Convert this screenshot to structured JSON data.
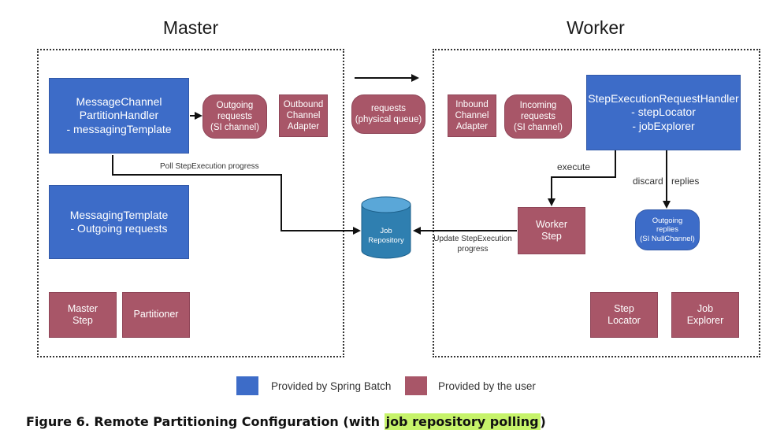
{
  "titles": {
    "master": "Master",
    "worker": "Worker"
  },
  "master": {
    "partition_handler": "MessageChannel\nPartitionHandler\n- messagingTemplate",
    "outgoing_requests": "Outgoing\nrequests\n(SI channel)",
    "outbound_adapter": "Outbound\nChannel\nAdapter",
    "messaging_template": "MessagingTemplate\n- Outgoing requests",
    "master_step": "Master\nStep",
    "partitioner": "Partitioner"
  },
  "middle": {
    "requests_queue": "requests\n(physical queue)",
    "job_repository": "Job\nRepository"
  },
  "worker": {
    "inbound_adapter": "Inbound\nChannel\nAdapter",
    "incoming_requests": "Incoming\nrequests\n(SI channel)",
    "request_handler": "StepExecutionRequestHandler\n- stepLocator\n- jobExplorer",
    "worker_step": "Worker\nStep",
    "outgoing_replies": "Outgoing\nreplies\n(SI NullChannel)",
    "step_locator": "Step\nLocator",
    "job_explorer": "Job\nExplorer"
  },
  "edge_labels": {
    "poll": "Poll StepExecution progress",
    "execute": "execute",
    "discard": "discard",
    "replies": "replies",
    "update": "Update StepExecution\nprogress"
  },
  "legend": {
    "spring": "Provided by Spring Batch",
    "user": "Provided by the user"
  },
  "caption": {
    "prefix": "Figure 6. Remote Partitioning Configuration (with ",
    "highlight": "job repository polling",
    "suffix": ")"
  },
  "colors": {
    "spring_batch": "#3d6cc8",
    "user": "#a85668",
    "repository": "#2f7fb0",
    "highlight": "#c6f36a"
  }
}
